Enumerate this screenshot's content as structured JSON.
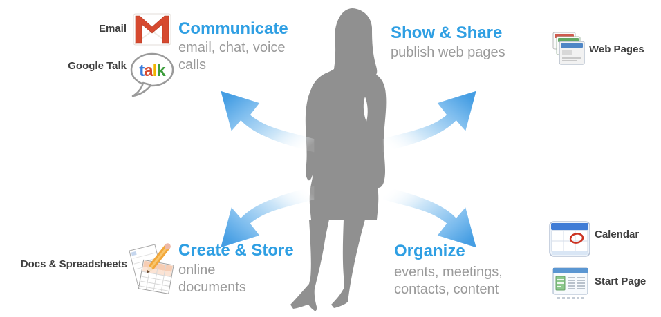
{
  "diagram": {
    "sections": {
      "communicate": {
        "title": "Communicate",
        "subtitle": "email, chat, voice calls"
      },
      "show_share": {
        "title": "Show & Share",
        "subtitle": "publish web pages"
      },
      "create_store": {
        "title": "Create & Store",
        "subtitle": "online documents"
      },
      "organize": {
        "title": "Organize",
        "subtitle": "events, meetings, contacts, content"
      }
    },
    "product_labels": {
      "email": "Email",
      "google_talk": "Google Talk",
      "web_pages": "Web Pages",
      "docs_spreadsheets": "Docs & Spreadsheets",
      "calendar": "Calendar",
      "start_page": "Start Page"
    },
    "talk_logo_letters": [
      "t",
      "a",
      "l",
      "k"
    ],
    "colors": {
      "heading_blue": "#2f9fe3",
      "subtitle_gray": "#9a9a9a",
      "label_dark": "#404040",
      "figure_gray": "#909090",
      "arrow_blue": "#469ee3",
      "gmail_red": "#d6492f",
      "talk_blue": "#3a7ddb",
      "talk_red": "#d6492f",
      "talk_yellow": "#f0b400",
      "talk_green": "#3d9e3d"
    }
  }
}
